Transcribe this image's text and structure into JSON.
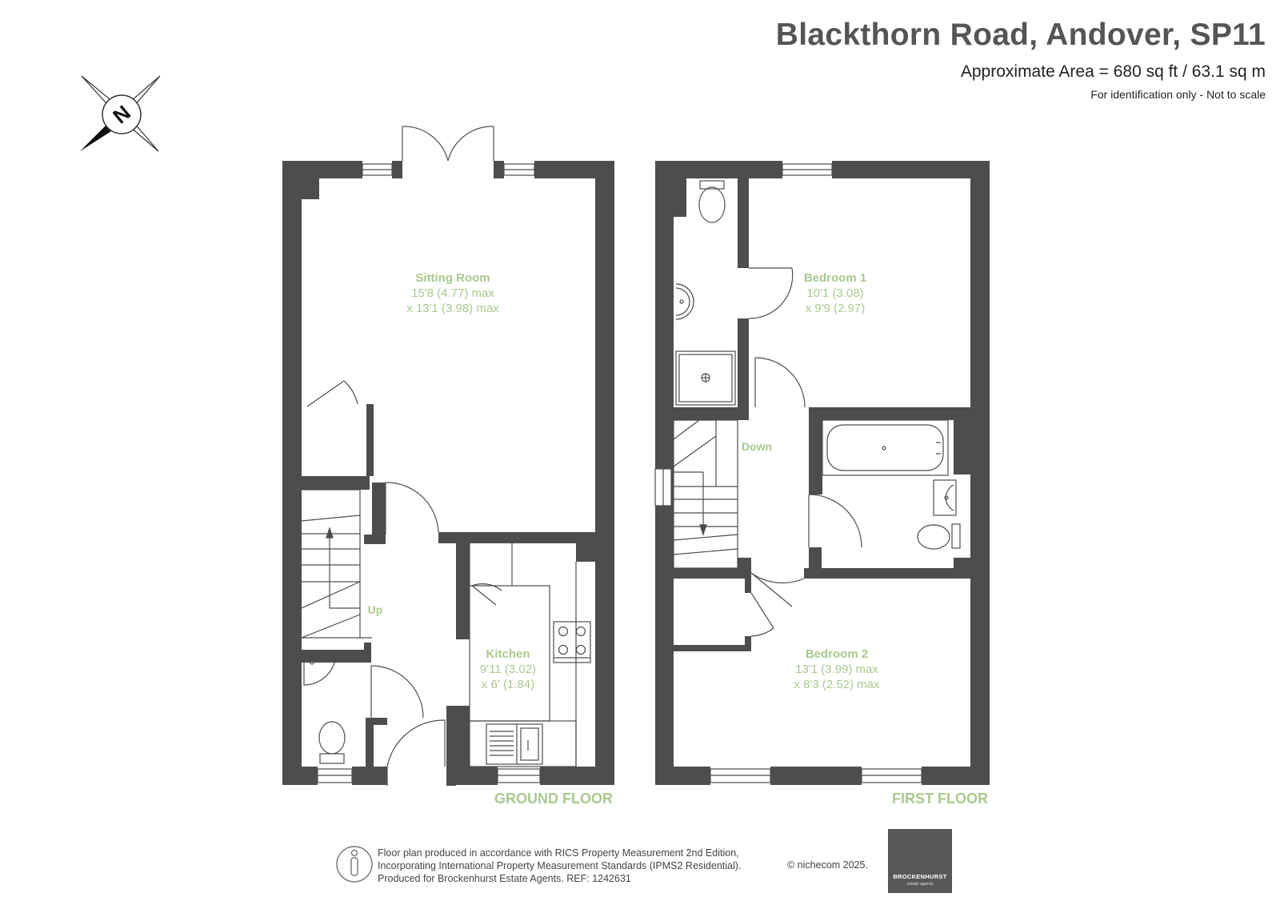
{
  "header": {
    "title": "Blackthorn Road, Andover, SP11",
    "area": "Approximate Area = 680 sq ft / 63.1 sq m",
    "disclaimer": "For identification only - Not to scale"
  },
  "compass": {
    "letter": "N"
  },
  "ground_floor": {
    "label": "GROUND FLOOR",
    "stairs": "Up",
    "rooms": [
      {
        "name": "Sitting Room",
        "dim1": "15'8 (4.77) max",
        "dim2": "x 13'1 (3.98) max"
      },
      {
        "name": "Kitchen",
        "dim1": "9'11 (3.02)",
        "dim2": "x 6' (1.84)"
      }
    ]
  },
  "first_floor": {
    "label": "FIRST FLOOR",
    "stairs": "Down",
    "rooms": [
      {
        "name": "Bedroom 1",
        "dim1": "10'1 (3.08)",
        "dim2": "x 9'9 (2.97)"
      },
      {
        "name": "Bedroom 2",
        "dim1": "13'1 (3.99) max",
        "dim2": "x 8'3 (2.52) max"
      }
    ]
  },
  "footer": {
    "lines": [
      "Floor plan produced in accordance with RICS Property Measurement 2nd Edition,",
      "Incorporating International Property Measurement Standards (IPMS2 Residential).",
      "Produced for Brockenhurst Estate Agents.   REF: 1242631"
    ],
    "copyright": "© nichecom 2025.",
    "logo_name": "BROCKENHURST",
    "logo_sub": "estate agents"
  },
  "colors": {
    "wall": "#4d4d4d",
    "label": "#a9c98e",
    "title": "#555555"
  }
}
